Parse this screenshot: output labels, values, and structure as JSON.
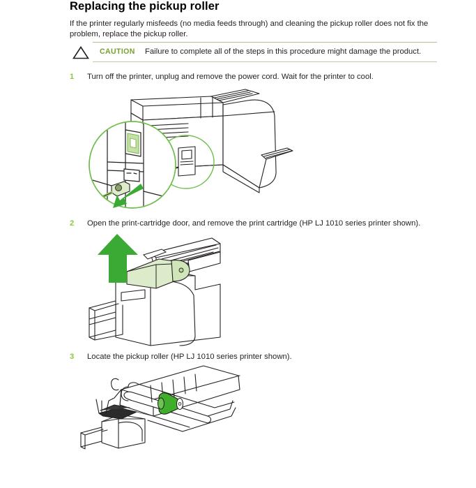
{
  "document": {
    "heading": "Replacing the pickup roller",
    "intro": "If the printer regularly misfeeds (no media feeds through) and cleaning the pickup roller does not fix the problem, replace the pickup roller."
  },
  "caution": {
    "icon": "warning-triangle-icon",
    "label": "CAUTION",
    "text": "Failure to complete all of the steps in this procedure might damage the product.",
    "label_color": "#76a230",
    "rule_color": "#aec68e"
  },
  "steps": [
    {
      "number": "1",
      "text": "Turn off the printer, unplug and remove the power cord. Wait for the printer to cool.",
      "figure": "printer-rear-power-cord-magnified-illustration"
    },
    {
      "number": "2",
      "text": "Open the print-cartridge door, and remove the print cartridge (HP LJ 1010 series printer shown).",
      "figure": "printer-print-cartridge-removal-illustration"
    },
    {
      "number": "3",
      "text": "Locate the pickup roller (HP LJ 1010 series printer shown).",
      "figure": "pickup-roller-location-illustration"
    }
  ],
  "colors": {
    "step_number_green": "#8cc63e",
    "illustration_line": "#231f20",
    "illustration_green": "#3aaa35",
    "illustration_light_green": "#d7e8c2",
    "magnifier_green": "#6ebe4a",
    "roller_green": "#3fae2a"
  }
}
